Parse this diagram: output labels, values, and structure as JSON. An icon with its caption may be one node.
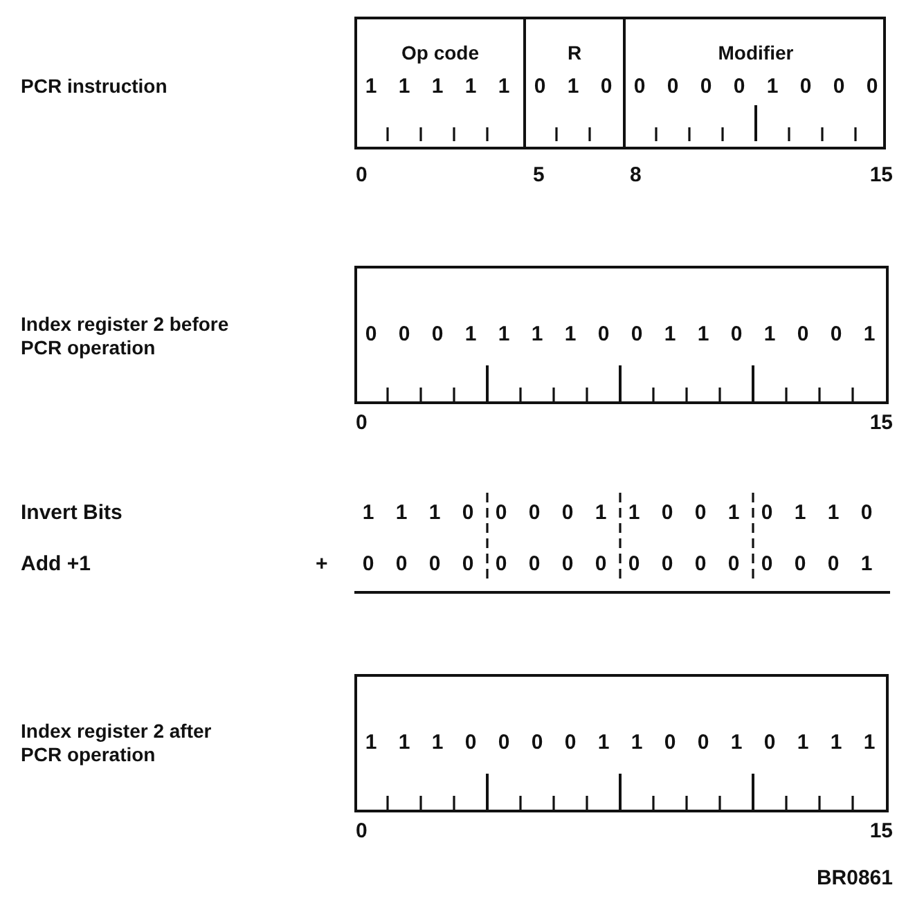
{
  "diagram": {
    "nodes": [
      {
        "text": [],
        "shape": "box"
      },
      {
        "text": [
          "Op code",
          "1 1 1 1 1"
        ],
        "in": 0
      },
      {
        "text": [
          "R",
          "0 1 0"
        ],
        "in": 0
      },
      {
        "text": [
          "Modifier",
          "0 0 0 0 1 0 0 0"
        ],
        "in": 0
      },
      {
        "text": [
          "0 0 0 1 1 1 1 0 0 1 1 0 1 0 0 1"
        ]
      },
      {
        "text": [
          "1 1 1 0 0 0 0 1 1 0 0 1 0 1 1 1"
        ]
      }
    ],
    "labels": [
      "PCR instruction",
      "0",
      "5",
      "8",
      "15",
      "Index register 2 before PCR operation",
      "0",
      "15",
      "Invert Bits",
      "1 1 1 0 0 0 0 1 1 0 0 1 0 1 1 0",
      "Add +1",
      "+",
      "0 0 0 0 0 0 0 0 0 0 0 0 0 0 0 1",
      "Index register 2 after PCR operation",
      "0",
      "15",
      "BR0861"
    ]
  }
}
